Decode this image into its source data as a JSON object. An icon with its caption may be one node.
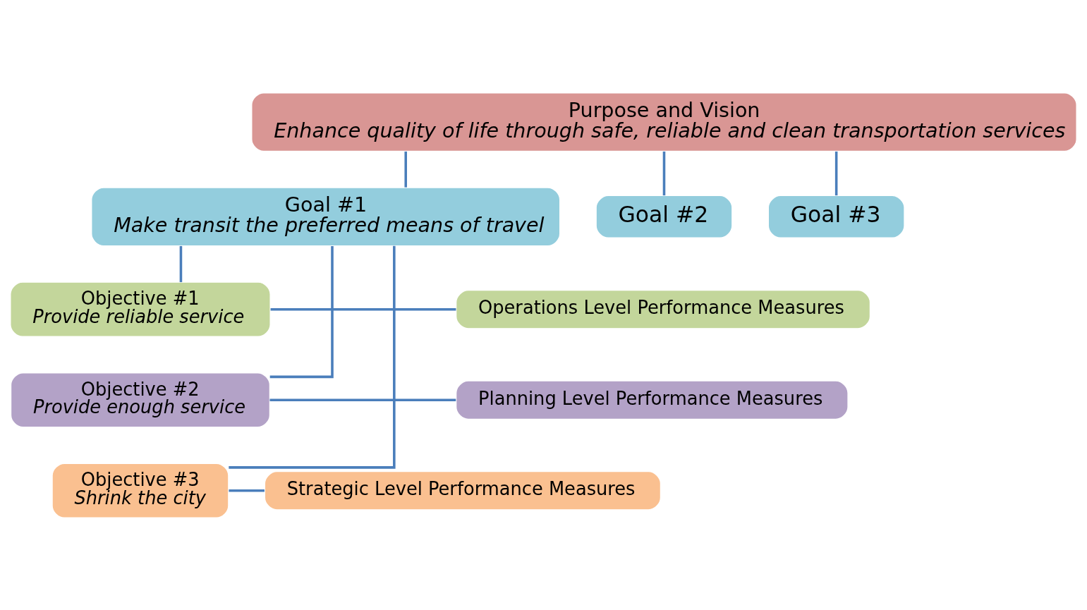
{
  "diagram": {
    "nodes": [
      {
        "text": [
          "Purpose and Vision",
          "Enhance quality of life through safe, reliable and clean transportation services"
        ]
      },
      {
        "text": [
          "Goal #1",
          "Make transit the preferred means of travel"
        ]
      },
      {
        "text": [
          "Goal #2"
        ]
      },
      {
        "text": [
          "Goal #3"
        ]
      },
      {
        "text": [
          "Objective #1",
          "Provide reliable service"
        ]
      },
      {
        "text": [
          "Operations Level Performance Measures"
        ]
      },
      {
        "text": [
          "Objective #2",
          "Provide enough service"
        ]
      },
      {
        "text": [
          "Planning Level Performance Measures"
        ]
      },
      {
        "text": [
          "Objective #3",
          "Shrink the city"
        ]
      },
      {
        "text": [
          "Strategic Level Performance Measures"
        ]
      }
    ],
    "edges": [
      {
        "from": 0,
        "to": 1,
        "arrow": "none"
      },
      {
        "from": 0,
        "to": 2,
        "arrow": "none"
      },
      {
        "from": 0,
        "to": 3,
        "arrow": "none"
      },
      {
        "from": 1,
        "to": 4,
        "arrow": "none"
      },
      {
        "from": 1,
        "to": 6,
        "arrow": "none"
      },
      {
        "from": 1,
        "to": 8,
        "arrow": "none"
      },
      {
        "from": 4,
        "to": 5,
        "arrow": "none"
      },
      {
        "from": 6,
        "to": 7,
        "arrow": "none"
      },
      {
        "from": 8,
        "to": 9,
        "arrow": "none"
      }
    ]
  }
}
